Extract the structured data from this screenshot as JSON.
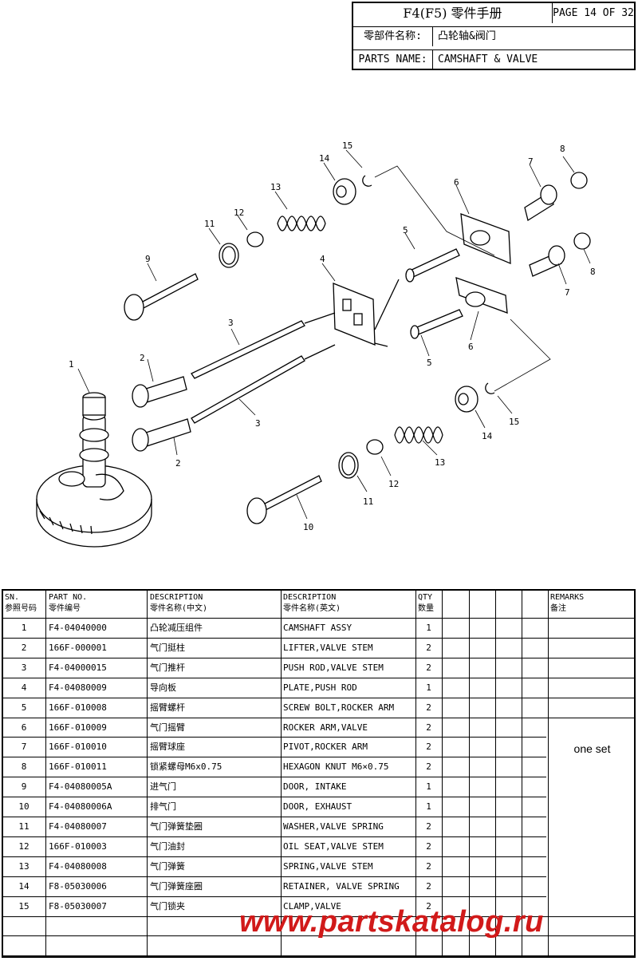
{
  "header": {
    "title": "F4(F5) 零件手册",
    "page": "PAGE 14 OF 32",
    "part_name_label_cn": "零部件名称:",
    "part_name_cn": "凸轮轴&阀门",
    "part_name_label_en": "PARTS NAME:",
    "part_name_en": "CAMSHAFT & VALVE"
  },
  "diagram": {
    "callouts": [
      "1",
      "2",
      "2",
      "3",
      "3",
      "4",
      "5",
      "5",
      "6",
      "6",
      "7",
      "7",
      "8",
      "8",
      "9",
      "10",
      "11",
      "11",
      "12",
      "12",
      "13",
      "13",
      "14",
      "14",
      "15",
      "15"
    ]
  },
  "table": {
    "headers": {
      "sn": "SN.",
      "sn_cn": "参照号码",
      "part_no": "PART NO.",
      "part_no_cn": "零件编号",
      "desc_cn": "DESCRIPTION",
      "desc_cn_sub": "零件名称(中文)",
      "desc_en": "DESCRIPTION",
      "desc_en_sub": "零件名称(英文)",
      "qty": "QTY",
      "qty_cn": "数量",
      "remarks": "REMARKS",
      "remarks_cn": "备注"
    },
    "rows": [
      {
        "sn": "1",
        "part_no": "F4-04040000",
        "name_cn": "凸轮减压组件",
        "name_en": "CAMSHAFT ASSY",
        "qty": "1"
      },
      {
        "sn": "2",
        "part_no": "166F-000001",
        "name_cn": "气门挺柱",
        "name_en": "LIFTER,VALVE STEM",
        "qty": "2"
      },
      {
        "sn": "3",
        "part_no": "F4-04000015",
        "name_cn": "气门推杆",
        "name_en": "PUSH ROD,VALVE STEM",
        "qty": "2"
      },
      {
        "sn": "4",
        "part_no": "F4-04080009",
        "name_cn": "导向板",
        "name_en": "PLATE,PUSH ROD",
        "qty": "1"
      },
      {
        "sn": "5",
        "part_no": "166F-010008",
        "name_cn": "摇臂螺杆",
        "name_en": "SCREW BOLT,ROCKER ARM",
        "qty": "2"
      },
      {
        "sn": "6",
        "part_no": "166F-010009",
        "name_cn": "气门摇臂",
        "name_en": "ROCKER ARM,VALVE",
        "qty": "2"
      },
      {
        "sn": "7",
        "part_no": "166F-010010",
        "name_cn": "摇臂球座",
        "name_en": "PIVOT,ROCKER ARM",
        "qty": "2"
      },
      {
        "sn": "8",
        "part_no": "166F-010011",
        "name_cn": "锁紧螺母M6x0.75",
        "name_en": "HEXAGON KNUT M6×0.75",
        "qty": "2"
      },
      {
        "sn": "9",
        "part_no": "F4-04080005A",
        "name_cn": "进气门",
        "name_en": "DOOR, INTAKE",
        "qty": "1"
      },
      {
        "sn": "10",
        "part_no": "F4-04080006A",
        "name_cn": "排气门",
        "name_en": "DOOR, EXHAUST",
        "qty": "1"
      },
      {
        "sn": "11",
        "part_no": "F4-04080007",
        "name_cn": "气门弹簧垫圈",
        "name_en": "WASHER,VALVE SPRING",
        "qty": "2"
      },
      {
        "sn": "12",
        "part_no": "166F-010003",
        "name_cn": "气门油封",
        "name_en": "OIL SEAT,VALVE STEM",
        "qty": "2"
      },
      {
        "sn": "13",
        "part_no": "F4-04080008",
        "name_cn": "气门弹簧",
        "name_en": "SPRING,VALVE STEM",
        "qty": "2"
      },
      {
        "sn": "14",
        "part_no": "F8-05030006",
        "name_cn": "气门弹簧座圈",
        "name_en": "RETAINER, VALVE SPRING",
        "qty": "2"
      },
      {
        "sn": "15",
        "part_no": "F8-05030007",
        "name_cn": "气门锁夹",
        "name_en": "CLAMP,VALVE",
        "qty": "2"
      }
    ],
    "remark": "one set"
  },
  "watermark": "www.partskatalog.ru"
}
